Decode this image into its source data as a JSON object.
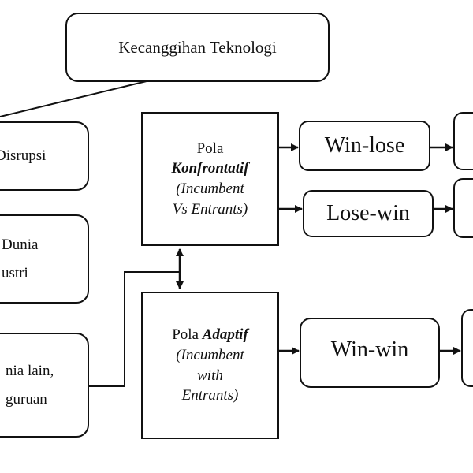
{
  "nodes": {
    "teknologi": {
      "label": "Kecanggihan Teknologi"
    },
    "disrupsi": {
      "label": "Disrupsi"
    },
    "dunia_industri": {
      "line1": "Dunia",
      "line2": "ustri"
    },
    "dunia_lain": {
      "line1": "nia lain,",
      "line2": "guruan"
    },
    "konfrontatif": {
      "line1": "Pola",
      "line2": "Konfrontatif",
      "line3": "(Incumbent",
      "line4": "Vs Entrants)"
    },
    "adaptif": {
      "line1_prefix": "Pola ",
      "line1_emph": "Adaptif",
      "line2": "(Incumbent",
      "line3": "with",
      "line4": "Entrants)"
    },
    "win_lose": {
      "label": "Win-lose"
    },
    "lose_win": {
      "label": "Lose-win"
    },
    "win_win": {
      "label": "Win-win"
    }
  }
}
